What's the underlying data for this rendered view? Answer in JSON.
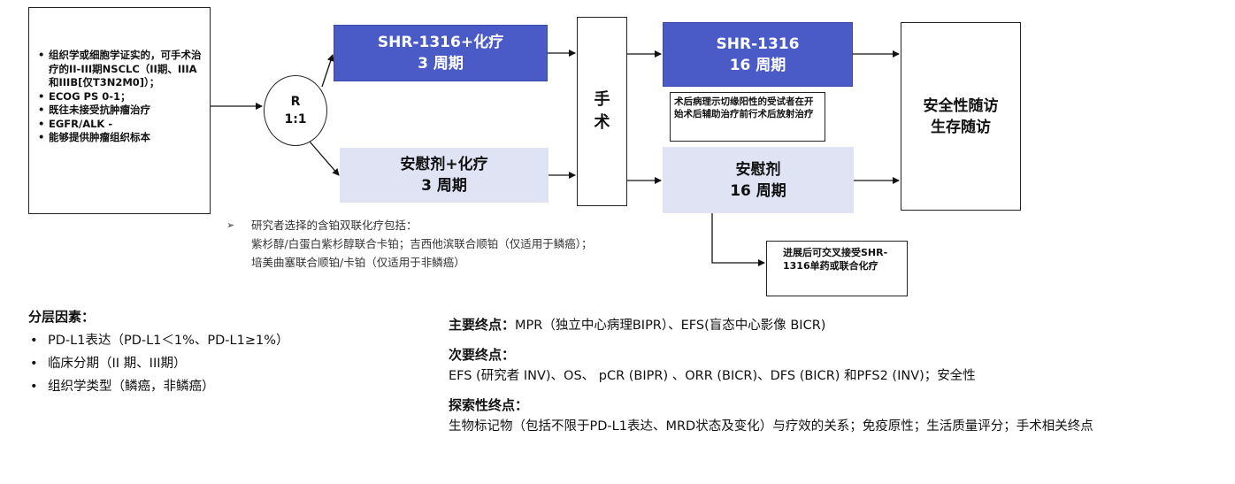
{
  "criteria": {
    "items": [
      "组织学或细胞学证实的，可手术治疗的II-III期NSCLC（II期、IIIA 和IIIB[仅T3N2M0]）；",
      "ECOG PS 0-1；",
      "既往未接受抗肿瘤治疗",
      "EGFR/ALK -",
      "能够提供肿瘤组织标本"
    ]
  },
  "randomization": {
    "line1": "R",
    "line2": "1:1"
  },
  "arm1": {
    "line1": "SHR-1316+化疗",
    "line2": "3 周期"
  },
  "arm2": {
    "line1": "安慰剂+化疗",
    "line2": "3 周期"
  },
  "surgery": {
    "line1": "手",
    "line2": "术"
  },
  "post1": {
    "line1": "SHR-1316",
    "line2": "16 周期"
  },
  "post2": {
    "line1": "安慰剂",
    "line2": "16 周期"
  },
  "rt_note": "术后病理示切缘阳性的受试者在开始术后辅助治疗前行术后放射治疗",
  "cross_note": "进展后可交叉接受SHR-1316单药或联合化疗",
  "followup": {
    "line1": "安全性随访",
    "line2": "生存随访"
  },
  "chemo_note": {
    "marker": "➢",
    "header": "研究者选择的含铂双联化疗包括：",
    "line1": "紫杉醇/白蛋白紫杉醇联合卡铂；吉西他滨联合顺铂（仅适用于鳞癌）；",
    "line2": "培美曲塞联合顺铂/卡铂（仅适用于非鳞癌）"
  },
  "strata": {
    "title": "分层因素：",
    "items": [
      "PD-L1表达（PD-L1＜1%、PD-L1≥1%）",
      "临床分期（II 期、III期）",
      "组织学类型（鳞癌，非鳞癌）"
    ]
  },
  "endpoints": {
    "primary_label": "主要终点：",
    "primary_text": "MPR（独立中心病理BIPR）、EFS(盲态中心影像 BICR)",
    "secondary_label": "次要终点：",
    "secondary_text": "EFS (研究者 INV)、OS、 pCR (BIPR) 、ORR (BICR)、DFS (BICR) 和PFS2 (INV)；安全性",
    "exploratory_label": "探索性终点：",
    "exploratory_text": "生物标记物（包括不限于PD-L1表达、MRD状态及变化）与疗效的关系；免疫原性；生活质量评分；手术相关终点"
  }
}
